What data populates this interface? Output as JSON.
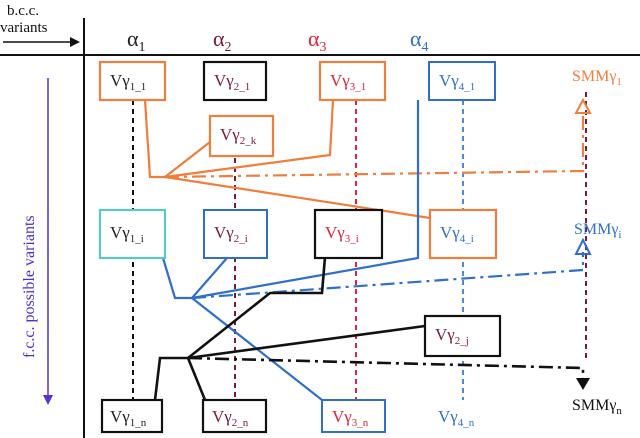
{
  "header": {
    "row_axis": [
      "b.c.c.",
      "variants"
    ],
    "col_axis": "f.c.c. possible variants"
  },
  "columns": [
    {
      "base": "α",
      "sub": "1",
      "color": "#222222"
    },
    {
      "base": "α",
      "sub": "2",
      "color": "#7a1a3a"
    },
    {
      "base": "α",
      "sub": "3",
      "color": "#e0223a"
    },
    {
      "base": "α",
      "sub": "4",
      "color": "#2f6fc9"
    }
  ],
  "boxes": [
    {
      "id": "v1_1",
      "base": "Vγ",
      "sub": "1_1",
      "border": "#ef7d3c",
      "text": "#222222"
    },
    {
      "id": "v2_1",
      "base": "Vγ",
      "sub": "2_1",
      "border": "#111111",
      "text": "#7a1a3a"
    },
    {
      "id": "v3_1",
      "base": "Vγ",
      "sub": "3_1",
      "border": "#ef7d3c",
      "text": "#e0223a"
    },
    {
      "id": "v4_1",
      "base": "Vγ",
      "sub": "4_1",
      "border": "#2f6fc9",
      "text": "#2f6fc9"
    },
    {
      "id": "v2_k",
      "base": "Vγ",
      "sub": "2_k",
      "border": "#ef7d3c",
      "text": "#7a1a3a"
    },
    {
      "id": "v1_i",
      "base": "Vγ",
      "sub": "1_i",
      "border": "#5cc9c0",
      "text": "#222222"
    },
    {
      "id": "v2_i",
      "base": "Vγ",
      "sub": "2_i",
      "border": "#2f6fc9",
      "text": "#7a1a3a"
    },
    {
      "id": "v3_i",
      "base": "Vγ",
      "sub": "3_i",
      "border": "#111111",
      "text": "#e0223a"
    },
    {
      "id": "v4_i",
      "base": "Vγ",
      "sub": "4_i",
      "border": "#ef7d3c",
      "text": "#2f6fc9"
    },
    {
      "id": "v2_j",
      "base": "Vγ",
      "sub": "2_j",
      "border": "#111111",
      "text": "#7a1a3a"
    },
    {
      "id": "v1_n",
      "base": "Vγ",
      "sub": "1_n",
      "border": "#111111",
      "text": "#222222"
    },
    {
      "id": "v2_n",
      "base": "Vγ",
      "sub": "2_n",
      "border": "#111111",
      "text": "#7a1a3a"
    },
    {
      "id": "v3_n",
      "base": "Vγ",
      "sub": "3_n",
      "border": "#2f6fc9",
      "text": "#e0223a"
    },
    {
      "id": "v4_n",
      "base": "Vγ",
      "sub": "4_n",
      "border": "none",
      "text": "#2f6fc9"
    }
  ],
  "smm": [
    {
      "base": "SMMγ",
      "sub": "1",
      "color": "#ef7d3c"
    },
    {
      "base": "SMMγ",
      "sub": "i",
      "color": "#2f6fc9"
    },
    {
      "base": "SMMγ",
      "sub": "n",
      "color": "#111111"
    }
  ],
  "colors": {
    "orange": "#ef7d3c",
    "blue": "#2f6fc9",
    "black": "#111111",
    "maroon": "#7a1a3a",
    "red": "#e0223a",
    "axis_arrow": "#5a2fd6"
  }
}
